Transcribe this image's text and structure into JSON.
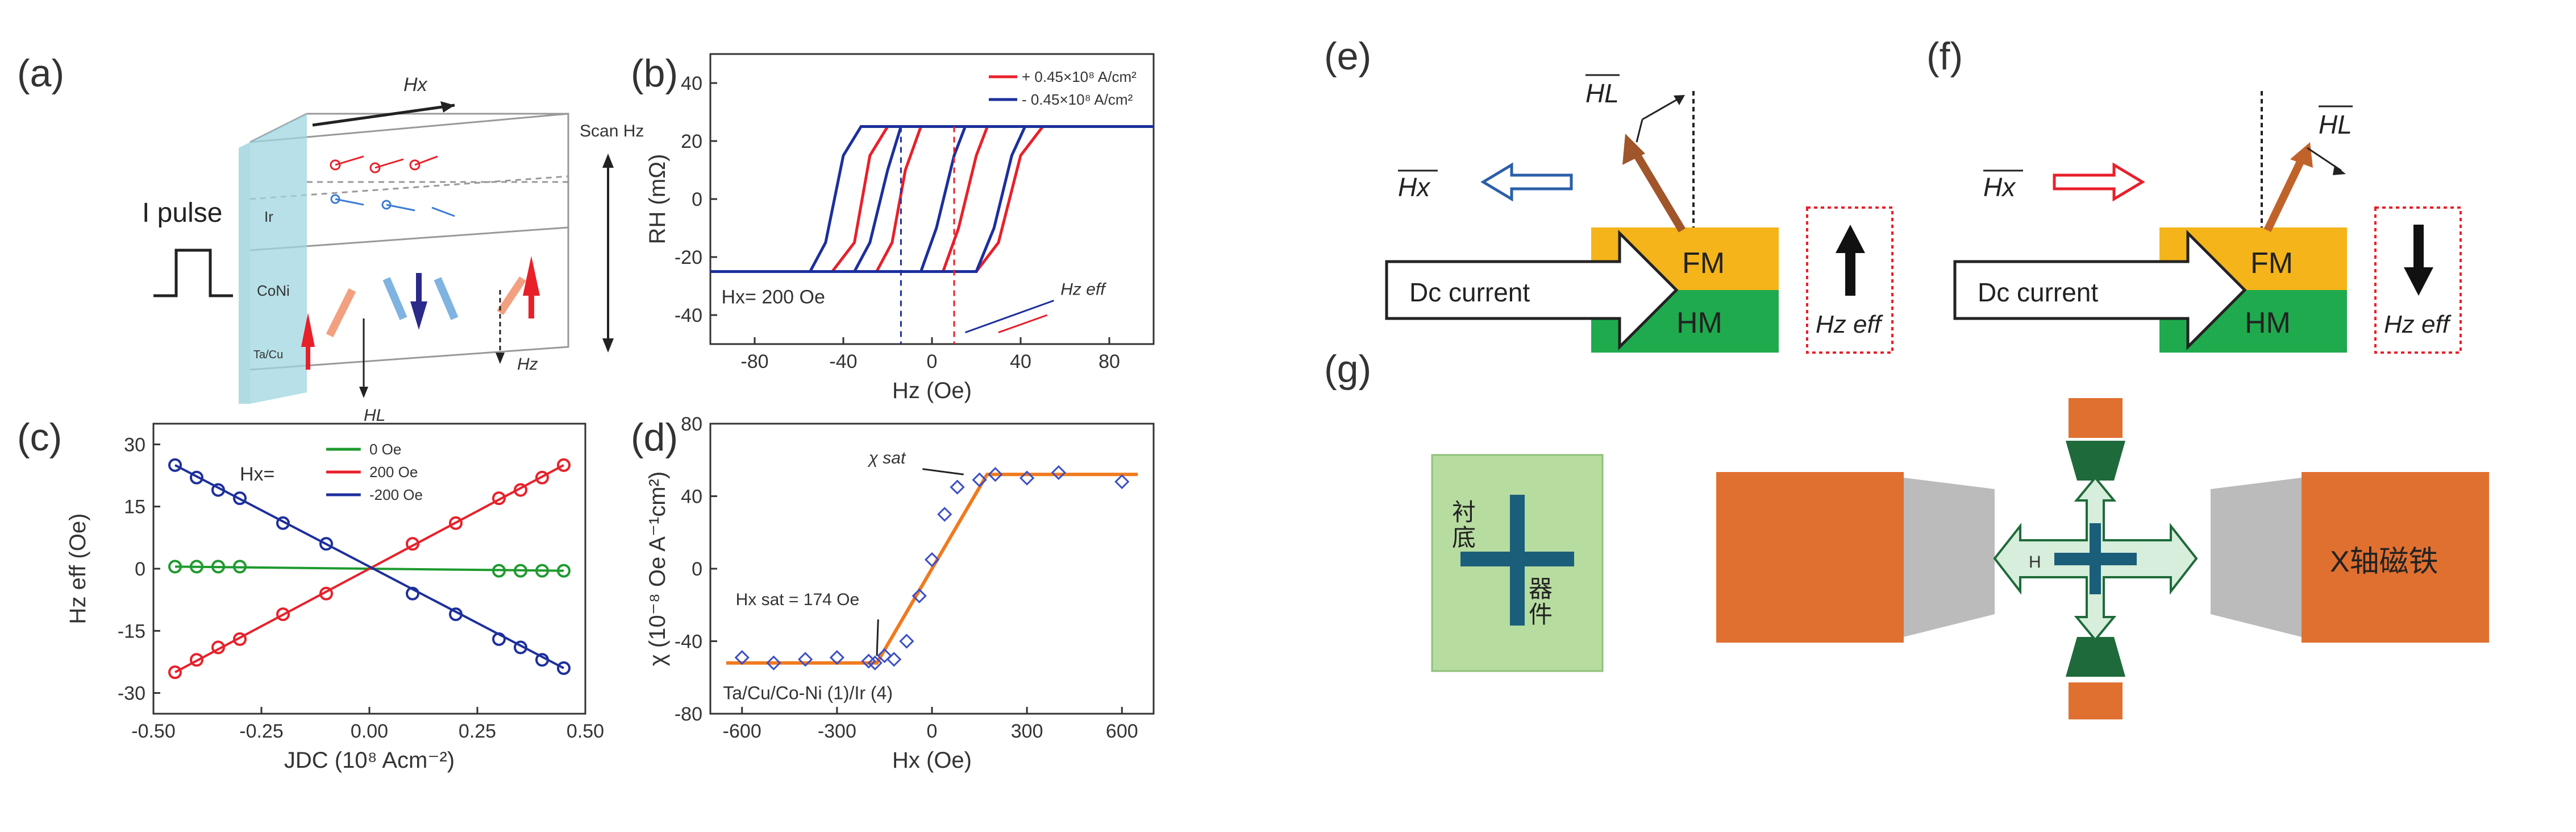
{
  "labels": {
    "a": "(a)",
    "b": "(b)",
    "c": "(c)",
    "d": "(d)",
    "e": "(e)",
    "f": "(f)",
    "g": "(g)"
  },
  "schematic_a": {
    "pulse_label": "I pulse",
    "layer_top": "Ir",
    "layer_mid": "CoNi",
    "layer_bot": "Ta/Cu",
    "hx": "Hx",
    "scan": "Scan Hz",
    "hl": "HL",
    "hz": "Hz"
  },
  "chart_data": [
    {
      "id": "b",
      "type": "line",
      "xlabel": "Hz (Oe)",
      "ylabel": "RH (mΩ)",
      "xlim": [
        -100,
        100
      ],
      "ylim": [
        -50,
        50
      ],
      "xticks": [
        -80,
        -40,
        0,
        40,
        80
      ],
      "yticks": [
        -40,
        -20,
        0,
        20,
        40
      ],
      "annotation": "Hx= 200 Oe",
      "annotation2": "Hz eff",
      "legend": "top-right",
      "series": [
        {
          "name": "+ 0.45×10⁸ A/cm²",
          "color": "#e8202a",
          "up": [
            [
              -100,
              -25
            ],
            [
              20,
              -25
            ],
            [
              30,
              -15
            ],
            [
              40,
              15
            ],
            [
              50,
              25
            ],
            [
              100,
              25
            ]
          ],
          "down": [
            [
              100,
              25
            ],
            [
              -20,
              25
            ],
            [
              -28,
              15
            ],
            [
              -35,
              -15
            ],
            [
              -45,
              -25
            ],
            [
              -100,
              -25
            ]
          ],
          "up2": [
            [
              -100,
              -25
            ],
            [
              5,
              -25
            ],
            [
              12,
              -10
            ],
            [
              20,
              15
            ],
            [
              25,
              25
            ],
            [
              100,
              25
            ]
          ],
          "down2": [
            [
              100,
              25
            ],
            [
              -5,
              25
            ],
            [
              -12,
              10
            ],
            [
              -18,
              -15
            ],
            [
              -25,
              -25
            ],
            [
              -100,
              -25
            ]
          ]
        },
        {
          "name": "- 0.45×10⁸ A/cm²",
          "color": "#1d2f9c",
          "up": [
            [
              -100,
              -25
            ],
            [
              -5,
              -25
            ],
            [
              2,
              -10
            ],
            [
              10,
              15
            ],
            [
              15,
              25
            ],
            [
              100,
              25
            ]
          ],
          "down": [
            [
              100,
              25
            ],
            [
              -32,
              25
            ],
            [
              -40,
              15
            ],
            [
              -48,
              -15
            ],
            [
              -55,
              -25
            ],
            [
              -100,
              -25
            ]
          ],
          "up2": [
            [
              -100,
              -25
            ],
            [
              20,
              -25
            ],
            [
              28,
              -10
            ],
            [
              36,
              15
            ],
            [
              42,
              25
            ],
            [
              100,
              25
            ]
          ],
          "down2": [
            [
              100,
              25
            ],
            [
              -14,
              25
            ],
            [
              -20,
              10
            ],
            [
              -28,
              -15
            ],
            [
              -35,
              -25
            ],
            [
              -100,
              -25
            ]
          ]
        }
      ]
    },
    {
      "id": "c",
      "type": "scatter",
      "xlabel": "JDC (10⁸ Acm⁻²)",
      "ylabel": "Hz eff (Oe)",
      "xlim": [
        -0.5,
        0.5
      ],
      "ylim": [
        -35,
        35
      ],
      "xticks": [
        -0.5,
        -0.25,
        0.0,
        0.25,
        0.5
      ],
      "xtick_labels": [
        "-0.50",
        "-0.25",
        "0.00",
        "0.25",
        "0.50"
      ],
      "yticks": [
        -30,
        -15,
        0,
        15,
        30
      ],
      "legend_title": "Hx=",
      "legend": "top-left",
      "series": [
        {
          "name": "0 Oe",
          "color": "#1e9a2e",
          "x": [
            -0.45,
            -0.4,
            -0.35,
            -0.3,
            0.3,
            0.35,
            0.4,
            0.45
          ],
          "y": [
            0.5,
            0.5,
            0.5,
            0.5,
            -0.5,
            -0.5,
            -0.5,
            -0.5
          ]
        },
        {
          "name": "200 Oe",
          "color": "#e8202a",
          "x": [
            -0.45,
            -0.4,
            -0.35,
            -0.3,
            -0.2,
            -0.1,
            0.1,
            0.2,
            0.3,
            0.35,
            0.4,
            0.45
          ],
          "y": [
            -25,
            -22,
            -19,
            -17,
            -11,
            -6,
            6,
            11,
            17,
            19,
            22,
            25
          ]
        },
        {
          "name": "-200 Oe",
          "color": "#1d2f9c",
          "x": [
            -0.45,
            -0.4,
            -0.35,
            -0.3,
            -0.2,
            -0.1,
            0.1,
            0.2,
            0.3,
            0.35,
            0.4,
            0.45
          ],
          "y": [
            25,
            22,
            19,
            17,
            11,
            6,
            -6,
            -11,
            -17,
            -19,
            -22,
            -24
          ]
        }
      ]
    },
    {
      "id": "d",
      "type": "scatter",
      "xlabel": "Hx (Oe)",
      "ylabel": "χ (10⁻⁸ Oe A⁻¹cm²)",
      "xlim": [
        -700,
        700
      ],
      "ylim": [
        -80,
        80
      ],
      "xticks": [
        -600,
        -300,
        0,
        300,
        600
      ],
      "yticks": [
        -80,
        -40,
        0,
        40,
        80
      ],
      "annotation_sat": "χ sat",
      "annotation_hx": "Hx sat = 174 Oe",
      "sample": "Ta/Cu/Co-Ni (1)/Ir (4)",
      "points_x": [
        -600,
        -500,
        -400,
        -300,
        -200,
        -180,
        -150,
        -120,
        -80,
        -40,
        0,
        40,
        80,
        150,
        200,
        300,
        400,
        600
      ],
      "points_y": [
        -49,
        -52,
        -50,
        -49,
        -51,
        -52,
        -48,
        -50,
        -40,
        -15,
        5,
        30,
        45,
        49,
        52,
        50,
        53,
        48
      ],
      "fit_x": [
        -650,
        -174,
        174,
        650
      ],
      "fit_y": [
        -52,
        -52,
        52,
        52
      ],
      "point_color": "#3b4ec4",
      "fit_color": "#f07a1e"
    }
  ],
  "diagram_e": {
    "hx": "Hx",
    "hl": "HL",
    "fm": "FM",
    "hm": "HM",
    "current": "Dc current",
    "heff": "Hz eff"
  },
  "diagram_f": {
    "hx": "Hx",
    "hl": "HL",
    "fm": "FM",
    "hm": "HM",
    "current": "Dc current",
    "heff": "Hz eff"
  },
  "diagram_g": {
    "substrate_line1": "衬",
    "substrate_line2": "底",
    "device_line1": "器",
    "device_line2": "件",
    "magnet": "X轴磁铁",
    "center_glyph": "H"
  },
  "colors": {
    "fm": "#f4b41a",
    "hm": "#1faa4e",
    "orange": "#e07030",
    "darkgreen": "#1f6a3a",
    "lightgreen": "#b7dca0",
    "teal": "#1b5e7a"
  }
}
